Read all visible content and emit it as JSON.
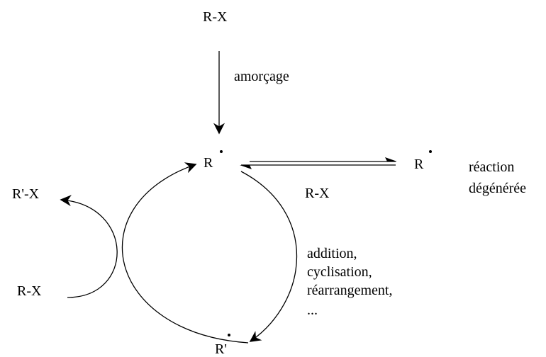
{
  "diagram": {
    "reagent_top": "R-X",
    "initiation_label": "amorçage",
    "radical_center": "R",
    "radical_right": "R",
    "degenerate_reagent": "R-X",
    "degenerate_label_line1": "réaction",
    "degenerate_label_line2": "dégénérée",
    "product_left": "R'-X",
    "reagent_left": "R-X",
    "radical_bottom": "R'",
    "process_line1": "addition,",
    "process_line2": "cyclisation,",
    "process_line3": "réarrangement,",
    "process_line4": "..."
  }
}
